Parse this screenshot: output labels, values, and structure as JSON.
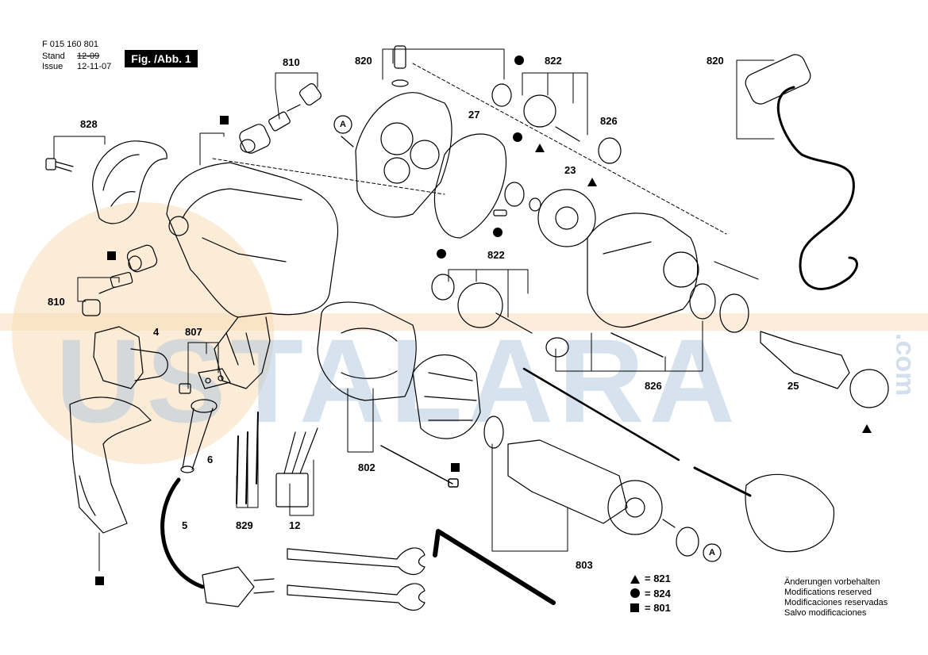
{
  "header": {
    "doc_number": "F 015 160 801",
    "stand_label": "Stand",
    "stand_value": "12-09",
    "issue_label": "Issue",
    "issue_value": "12-11-07",
    "figure_label": "Fig. /Abb. 1"
  },
  "part_labels": {
    "p810_top": "810",
    "p820_top": "820",
    "p822_top": "822",
    "p820_right": "820",
    "p828": "828",
    "p27": "27",
    "p826_top": "826",
    "p23": "23",
    "p822_mid": "822",
    "p810_left": "810",
    "p4": "4",
    "p807": "807",
    "p6": "6",
    "p5": "5",
    "p829": "829",
    "p12": "12",
    "p802": "802",
    "p826_bottom": "826",
    "p25": "25",
    "p803": "803",
    "ref_a_top": "A",
    "ref_a_bottom": "A"
  },
  "legend": [
    {
      "symbol": "triangle",
      "text": "= 821"
    },
    {
      "symbol": "circle",
      "text": "= 824"
    },
    {
      "symbol": "square",
      "text": "= 801"
    }
  ],
  "notes": [
    "Änderungen vorbehalten",
    "Modifications reserved",
    "Modificaciones reservadas",
    "Salvo modificaciones"
  ],
  "watermark": {
    "text": "USTALARA",
    "suffix": ".com",
    "color": "#a8c0dc",
    "accent_color": "#f5d9b0"
  }
}
